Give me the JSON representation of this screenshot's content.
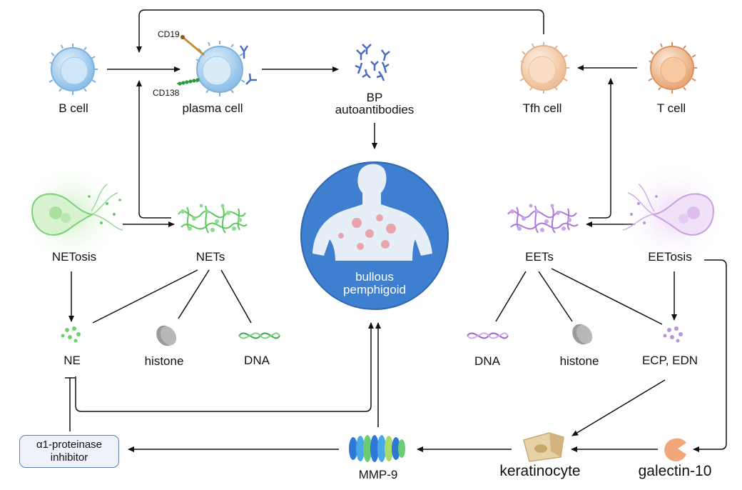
{
  "labels": {
    "b_cell": "B cell",
    "plasma_cell": "plasma cell",
    "cd19": "CD19",
    "cd138": "CD138",
    "bp_line1": "BP",
    "bp_line2": "autoantibodies",
    "tfh_cell": "Tfh cell",
    "t_cell": "T cell",
    "netosis": "NETosis",
    "nets": "NETs",
    "eets": "EETs",
    "eetosis": "EETosis",
    "center_line1": "bullous",
    "center_line2": "pemphigoid",
    "ne": "NE",
    "histone_left": "histone",
    "dna_left": "DNA",
    "dna_right": "DNA",
    "histone_right": "histone",
    "ecp_edn": "ECP, EDN",
    "inhibitor_line1": "α1-proteinase",
    "inhibitor_line2": "inhibitor",
    "mmp9": "MMP-9",
    "keratinocyte": "keratinocyte",
    "galectin": "galectin-10"
  },
  "colors": {
    "b_cell": "#9cc8ec",
    "plasma_cell": "#b9d9f2",
    "antibody": "#4a6fc2",
    "tfh": "#f2c7a4",
    "t_cell": "#eeaa74",
    "net_green": "#5cc85c",
    "eet_purple": "#a97ad6",
    "center_circle": "#3f7fcf",
    "histone": "#8f8f8f",
    "keratinocyte": "#e0caa0",
    "galectin": "#f0a57a",
    "arrow": "#111111"
  },
  "icons": [
    "b-cell-icon",
    "plasma-cell-icon",
    "antibody-cluster-icon",
    "tfh-cell-icon",
    "t-cell-icon",
    "netosis-neutrophil-icon",
    "nets-mesh-icon",
    "eets-mesh-icon",
    "eetosis-eosinophil-icon",
    "human-torso-icon",
    "ne-granules-icon",
    "histone-icon",
    "dna-helix-icon",
    "ecp-edn-granules-icon",
    "mmp9-protein-icon",
    "keratinocyte-icon",
    "galectin-10-icon"
  ]
}
